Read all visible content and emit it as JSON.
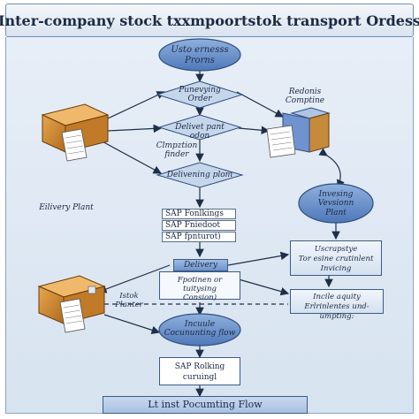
{
  "title": "Inter-company stock txxmpoortstok transport Ordess",
  "nodes": {
    "start_oval": [
      "Usto ernesss",
      "Prorns"
    ],
    "diamond1": [
      "Punevying",
      "Order"
    ],
    "diamond2": "Delivet pant odon",
    "completion_text": [
      "Clmpztion",
      "finder"
    ],
    "diamond3": "Delivening plom",
    "delivery_plant": "Eilivery Plant",
    "right_top_text": [
      "Redonis",
      "Comptine"
    ],
    "right_oval": [
      "Invesing",
      "Vevsionn",
      "Plant"
    ],
    "sap_rows": [
      "SAP  Fonlkings",
      "SAP  Fniedoot",
      "SAP  fpnturot)"
    ],
    "delivery_box": "Delivery",
    "delivery_detail": [
      "Fpotinen or tuitysing",
      "Consion)"
    ],
    "right_box1": [
      "Uscrapstye",
      "Tor esine crutinlent",
      "Invicing"
    ],
    "right_box2": [
      "Incile aquity",
      "Erlrinlentes und-umpting:"
    ],
    "stock_label": [
      "Istok",
      "Planter"
    ],
    "doc_oval": [
      "Incuule",
      "Cocununting flow"
    ],
    "sap_box": [
      "SAP  Rolking",
      "curuingl"
    ],
    "footer": "Lt inst Pocumting Flow"
  },
  "colors": {
    "oval_fill": "#5f88c6",
    "oval_border": "#2f4f80",
    "diamond_fill": "#c6d6ea",
    "line": "#1f2f48"
  }
}
